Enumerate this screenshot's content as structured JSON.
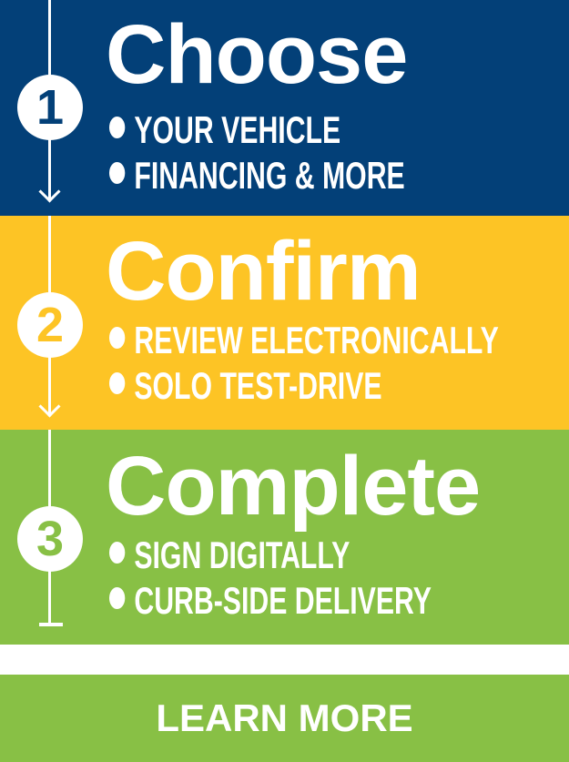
{
  "steps": [
    {
      "number": "1",
      "title": "Choose",
      "bullets": [
        "YOUR VEHICLE",
        "FINANCING & MORE"
      ]
    },
    {
      "number": "2",
      "title": "Confirm",
      "bullets": [
        "REVIEW ELECTRONICALLY",
        "SOLO TEST-DRIVE"
      ]
    },
    {
      "number": "3",
      "title": "Complete",
      "bullets": [
        "SIGN DIGITALLY",
        "CURB-SIDE DELIVERY"
      ]
    }
  ],
  "cta": {
    "label": "LEARN MORE"
  },
  "colors": {
    "blue": "#034078",
    "yellow": "#fdc425",
    "green": "#88c045"
  }
}
